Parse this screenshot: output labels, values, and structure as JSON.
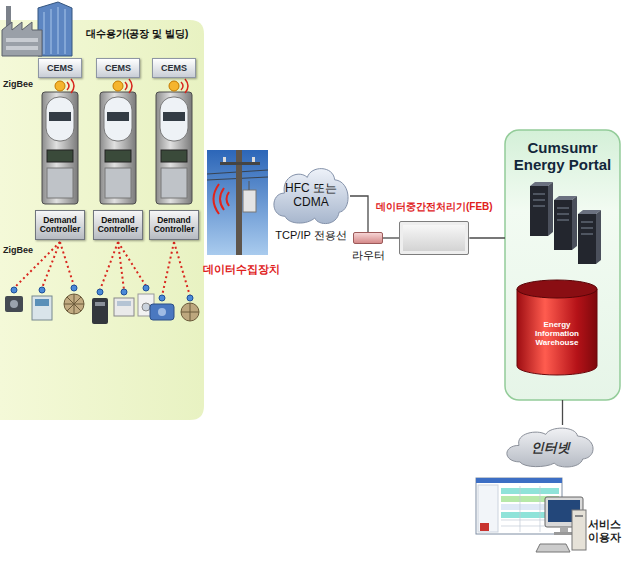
{
  "diagram": {
    "nodes": [
      {
        "text": [
          "대수용가(공장 및 빌딩)"
        ]
      },
      {
        "text": [
          "CEMS"
        ],
        "in": 0
      },
      {
        "text": [
          "CEMS"
        ],
        "in": 0
      },
      {
        "text": [
          "CEMS"
        ],
        "in": 0
      },
      {
        "text": [
          "Demand Controller"
        ],
        "in": 0
      },
      {
        "text": [
          "Demand Controller"
        ],
        "in": 0
      },
      {
        "text": [
          "Demand Controller"
        ],
        "in": 0
      },
      {
        "text": [
          "HFC 또는 CDMA",
          "TCP/IP 전용선"
        ]
      },
      {
        "text": [
          "라우터"
        ]
      },
      {
        "text": [
          "데이터중간전처리기(FEB)"
        ]
      },
      {
        "text": [
          "Cumsumr Energy Portal"
        ]
      },
      {
        "text": [
          "Energy Information Warehouse"
        ],
        "in": 10
      },
      {
        "text": [
          "인터넷"
        ]
      }
    ],
    "edges": [
      {
        "from": 7,
        "to": 8,
        "arrow": "none"
      },
      {
        "from": 8,
        "to": 9,
        "arrow": "none"
      },
      {
        "from": 9,
        "to": 10,
        "arrow": "none"
      },
      {
        "from": 10,
        "to": 12,
        "arrow": "none"
      }
    ],
    "labels": [
      "ZigBee",
      "ZigBee",
      "데이터수집장치",
      "서비스 이용자"
    ]
  }
}
